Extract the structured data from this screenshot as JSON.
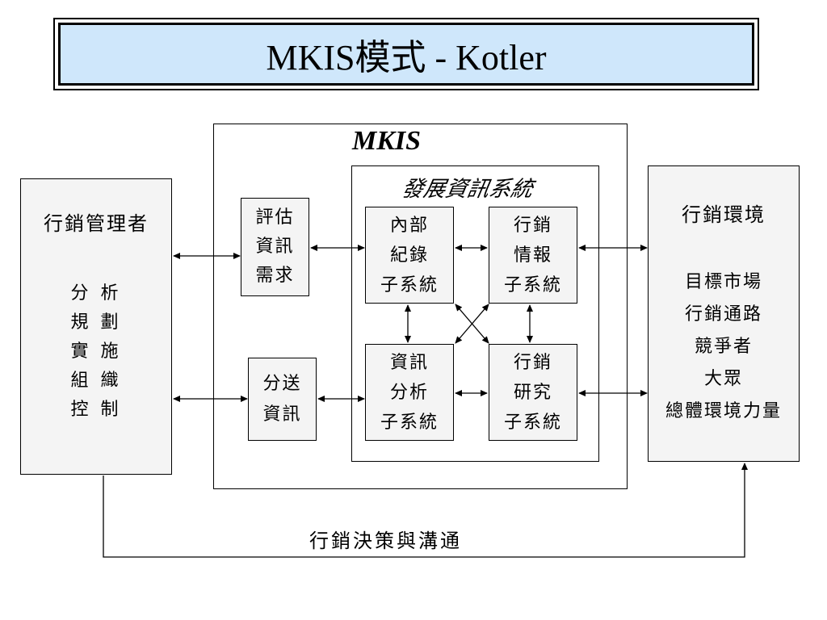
{
  "title": "MKIS模式 - Kotler",
  "mkis": {
    "label": "MKIS",
    "dev_system_label": "發展資訊系統",
    "assess_box": [
      "評估",
      "資訊",
      "需求"
    ],
    "distribute_box": [
      "分送",
      "資訊"
    ],
    "internal_records": [
      "內部",
      "紀錄",
      "子系統"
    ],
    "marketing_intel": [
      "行銷",
      "情報",
      "子系統"
    ],
    "info_analysis": [
      "資訊",
      "分析",
      "子系統"
    ],
    "marketing_research": [
      "行銷",
      "研究",
      "子系統"
    ]
  },
  "manager": {
    "title": "行銷管理者",
    "functions": [
      "分 析",
      "規 劃",
      "實 施",
      "組 織",
      "控 制"
    ]
  },
  "environment": {
    "title": "行銷環境",
    "items": [
      "目標市場",
      "行銷通路",
      "競爭者",
      "大眾",
      "總體環境力量"
    ]
  },
  "bottom_label": "行銷決策與溝通"
}
